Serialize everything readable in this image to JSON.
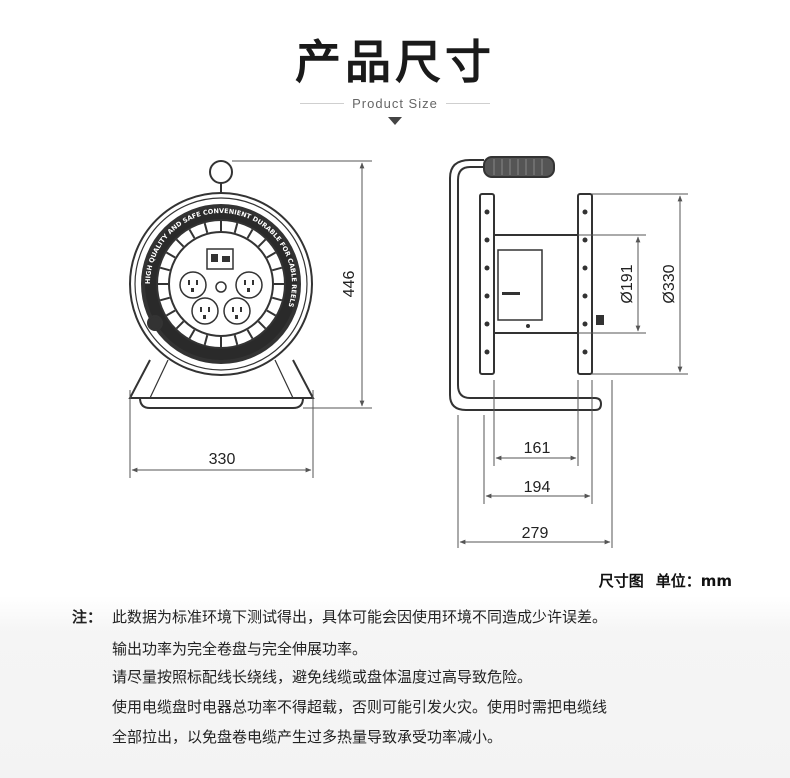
{
  "header": {
    "title": "产品尺寸",
    "subtitle": "Product Size"
  },
  "dimensions": {
    "height": "446",
    "width": "330",
    "inner_diameter": "Ø191",
    "outer_diameter": "Ø330",
    "depth_inner": "161",
    "depth_mid": "194",
    "depth_outer": "279"
  },
  "product_print": {
    "ring_text": "HIGH QUALITY AND SAFE CONVENIENT DURABLE FOR CABLE REELS"
  },
  "caption": {
    "label": "尺寸图",
    "unit": "单位：mm"
  },
  "notes": {
    "label": "注：",
    "lines": [
      "此数据为标准环境下测试得出，具体可能会因使用环境不同造成少许误差。",
      "输出功率为完全卷盘与完全伸展功率。",
      "请尽量按照标配线长绕线，避免线缆或盘体温度过高导致危险。",
      "使用电缆盘时电器总功率不得超载，否则可能引发火灾。使用时需把电缆线",
      "全部拉出，以免盘卷电缆产生过多热量导致承受功率减小。"
    ]
  },
  "colors": {
    "line": "#333333",
    "dim_line": "#555555",
    "background": "#ffffff",
    "notes_bg": "#f3f3f3"
  }
}
